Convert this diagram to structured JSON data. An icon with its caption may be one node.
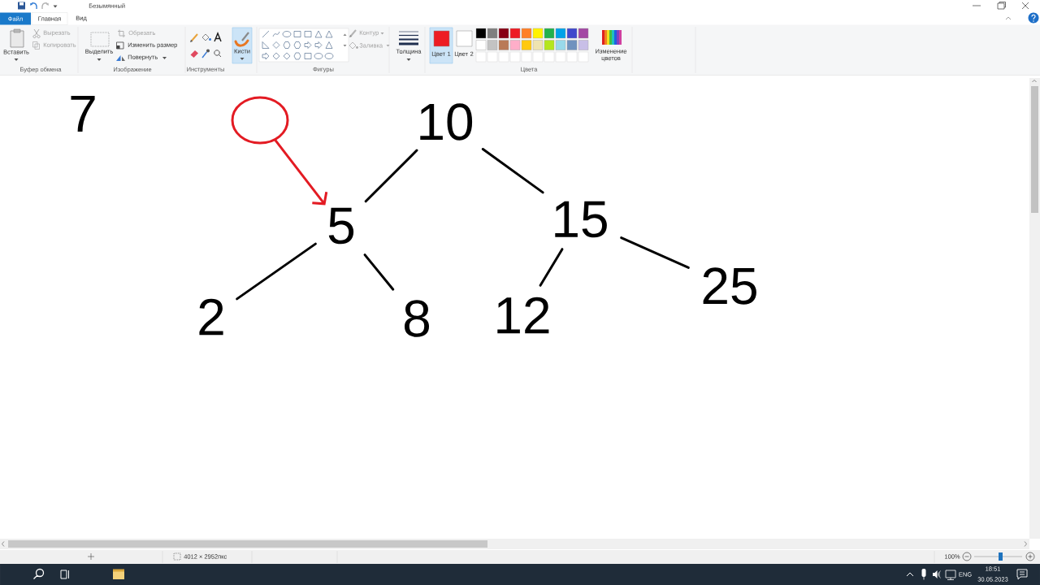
{
  "diagram": {
    "nodes": [
      {
        "text": [],
        "shape": "circle"
      },
      {
        "text": [
          "10"
        ]
      },
      {
        "text": [
          "5"
        ]
      },
      {
        "text": [
          "15"
        ]
      },
      {
        "text": [
          "2"
        ]
      },
      {
        "text": [
          "8"
        ]
      },
      {
        "text": [
          "12"
        ]
      },
      {
        "text": [
          "25"
        ]
      }
    ],
    "edges": [
      {
        "from": 1,
        "to": 2,
        "arrow": "none"
      },
      {
        "from": 1,
        "to": 3,
        "arrow": "none"
      },
      {
        "from": 2,
        "to": 4,
        "arrow": "none"
      },
      {
        "from": 2,
        "to": 5,
        "arrow": "none"
      },
      {
        "from": 3,
        "to": 6,
        "arrow": "none"
      },
      {
        "from": 3,
        "to": 7,
        "arrow": "none"
      },
      {
        "from": 0,
        "to": 2,
        "arrow": "to",
        "color": "#e31b23"
      }
    ],
    "labels": [
      "Безымянный",
      "Файл",
      "Главная",
      "Вид",
      "Вырезать",
      "Копировать",
      "Вставить",
      "Буфер обмена",
      "Обрезать",
      "Изменить размер",
      "Выделить",
      "Повернуть",
      "Изображение",
      "Кисти",
      "Инструменты",
      "Контур",
      "Заливка",
      "Фигуры",
      "Толщина",
      "Цвет 1",
      "Цвет 2",
      "Изменение цветов",
      "Цвета",
      "7",
      "4012 × 2952пкс",
      "100%",
      "ENG",
      "18:51",
      "30.05.2023"
    ]
  }
}
